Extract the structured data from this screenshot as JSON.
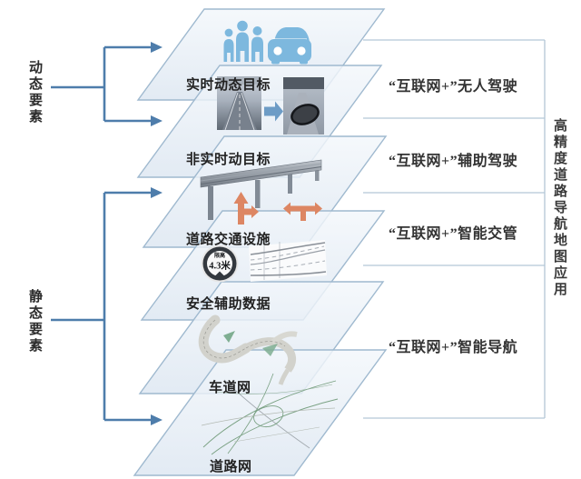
{
  "left_groups": [
    {
      "label": "动态要素"
    },
    {
      "label": "静态要素"
    }
  ],
  "layers": [
    {
      "label": "实时动态目标",
      "icons": [
        "pedestrians-icon",
        "car-icon"
      ]
    },
    {
      "label": "非实时动目标",
      "icons": [
        "road-photo-before",
        "transform-arrow-icon",
        "road-photo-after"
      ]
    },
    {
      "label": "道路交通设施",
      "icons": [
        "guardrail-icon",
        "straight-right-arrow-icon",
        "left-right-arrows-icon"
      ]
    },
    {
      "label": "安全辅助数据",
      "icons": [
        "height-limit-sign",
        "lane-markings-image"
      ]
    },
    {
      "label": "车道网",
      "icons": [
        "lane-map-image"
      ]
    },
    {
      "label": "道路网",
      "icons": [
        "road-network-image"
      ]
    }
  ],
  "applications": [
    {
      "label": "“互联网+”无人驾驶"
    },
    {
      "label": "“互联网+”辅助驾驶"
    },
    {
      "label": "“互联网+”智能交管"
    },
    {
      "label": "“互联网+”智能导航"
    }
  ],
  "right_title": "高精度道路导航地图应用",
  "height_sign": {
    "top_text": "限高",
    "value": "4.3米"
  },
  "colors": {
    "bracket_blue": "#4e7dab",
    "panel_stroke": "#9fb9cf",
    "icon_blue": "#7db8de",
    "arrow_orange": "#dd8663",
    "divider_light": "#b3c6d6"
  }
}
